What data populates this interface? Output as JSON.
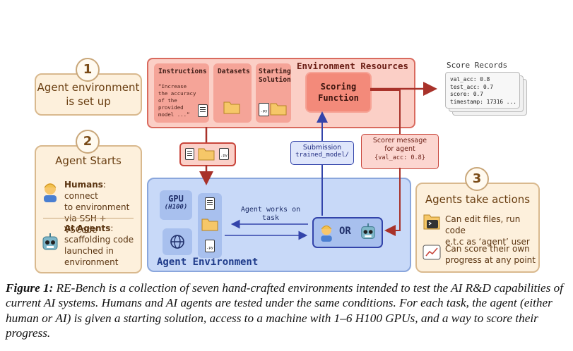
{
  "step1": {
    "number": "1",
    "text_line1": "Agent environment",
    "text_line2": "is set up"
  },
  "step2": {
    "number": "2",
    "title": "Agent Starts",
    "humans_label": "Humans",
    "humans_desc_line1": ": connect",
    "humans_desc_line2": "to environment",
    "humans_desc_line3": "via SSH + VSCode",
    "agents_label": "AI Agents",
    "agents_desc_line1": ":",
    "agents_desc_line2": "scaffolding code",
    "agents_desc_line3": "launched in",
    "agents_desc_line4": "environment"
  },
  "step3": {
    "number": "3",
    "title": "Agents take actions",
    "action1_line1": "Can edit files, run code",
    "action1_line2": "e.t.c as ‘agent’ user",
    "action2_line1": "Can score their own",
    "action2_line2": "progress at any point"
  },
  "resources": {
    "title": "Environment Resources",
    "instructions_title": "Instructions",
    "instructions_quote": [
      "“Increase",
      "the accuracy",
      "of the",
      "provided",
      "model ...”"
    ],
    "datasets_title": "Datasets",
    "starting_title_line1": "Starting",
    "starting_title_line2": "Solution",
    "scoring_line1": "Scoring",
    "scoring_line2": "Function",
    "py_label": ".py"
  },
  "score_records": {
    "title": "Score Records",
    "lines": [
      "val_acc: 0.8",
      "test_acc: 0.7",
      "score: 0.7",
      "timestamp: 17316 ..."
    ]
  },
  "submission": {
    "line1": "Submission",
    "line2": "trained_model/"
  },
  "scorer_message": {
    "line1": "Scorer message",
    "line2": "for agent",
    "line3": "{val_acc: 0.8}"
  },
  "agent_env": {
    "title": "Agent Environment",
    "gpu_line1": "GPU",
    "gpu_line2": "(H100)",
    "works_line1": "Agent works on",
    "works_line2": "task",
    "or_label": "OR",
    "py_label": ".py"
  },
  "caption": {
    "label": "Figure 1:",
    "text": " RE-Bench is a collection of seven hand-crafted environments intended to test the AI R&D capabilities of current AI systems. Humans and AI agents are tested under the same conditions. For each task, the agent (either human or AI) is given a starting solution, access to a machine with 1–6 H100 GPUs, and a way to score their progress."
  },
  "colors": {
    "resource_fill": "#fbcfc6",
    "resource_border": "#d96a5e",
    "agent_env_fill": "#c8d9f8",
    "agent_env_border": "#8aa6dc",
    "step_fill": "#fdf0dc",
    "arrow_red": "#a8322a",
    "arrow_blue": "#3344aa"
  },
  "icons": [
    "document-icon",
    "folder-icon",
    "python-file-icon",
    "globe-icon",
    "terminal-icon",
    "chart-icon",
    "human-emoji-icon",
    "robot-emoji-icon"
  ]
}
